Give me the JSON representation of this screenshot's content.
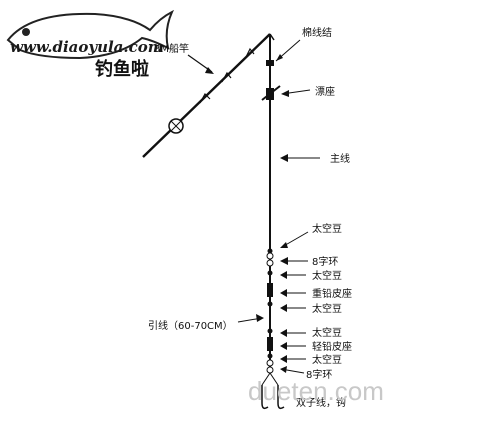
{
  "logo": {
    "url": "www.diaoyula.com",
    "name_cn": "钓鱼啦"
  },
  "labels": {
    "rod": "3M船竿",
    "line_knot": "棉线结",
    "float_seat": "漂座",
    "main_line": "主线",
    "space_bean_1": "太空豆",
    "swivel_1": "8字环",
    "space_bean_2": "太空豆",
    "heavy_sinker": "重铅皮座",
    "space_bean_3": "太空豆",
    "leader": "引线（60-70CM）",
    "space_bean_4": "太空豆",
    "light_sinker": "轻铅皮座",
    "space_bean_5": "太空豆",
    "swivel_2": "8字环",
    "hook": "双子线，钩"
  },
  "watermark": "dueten.com"
}
